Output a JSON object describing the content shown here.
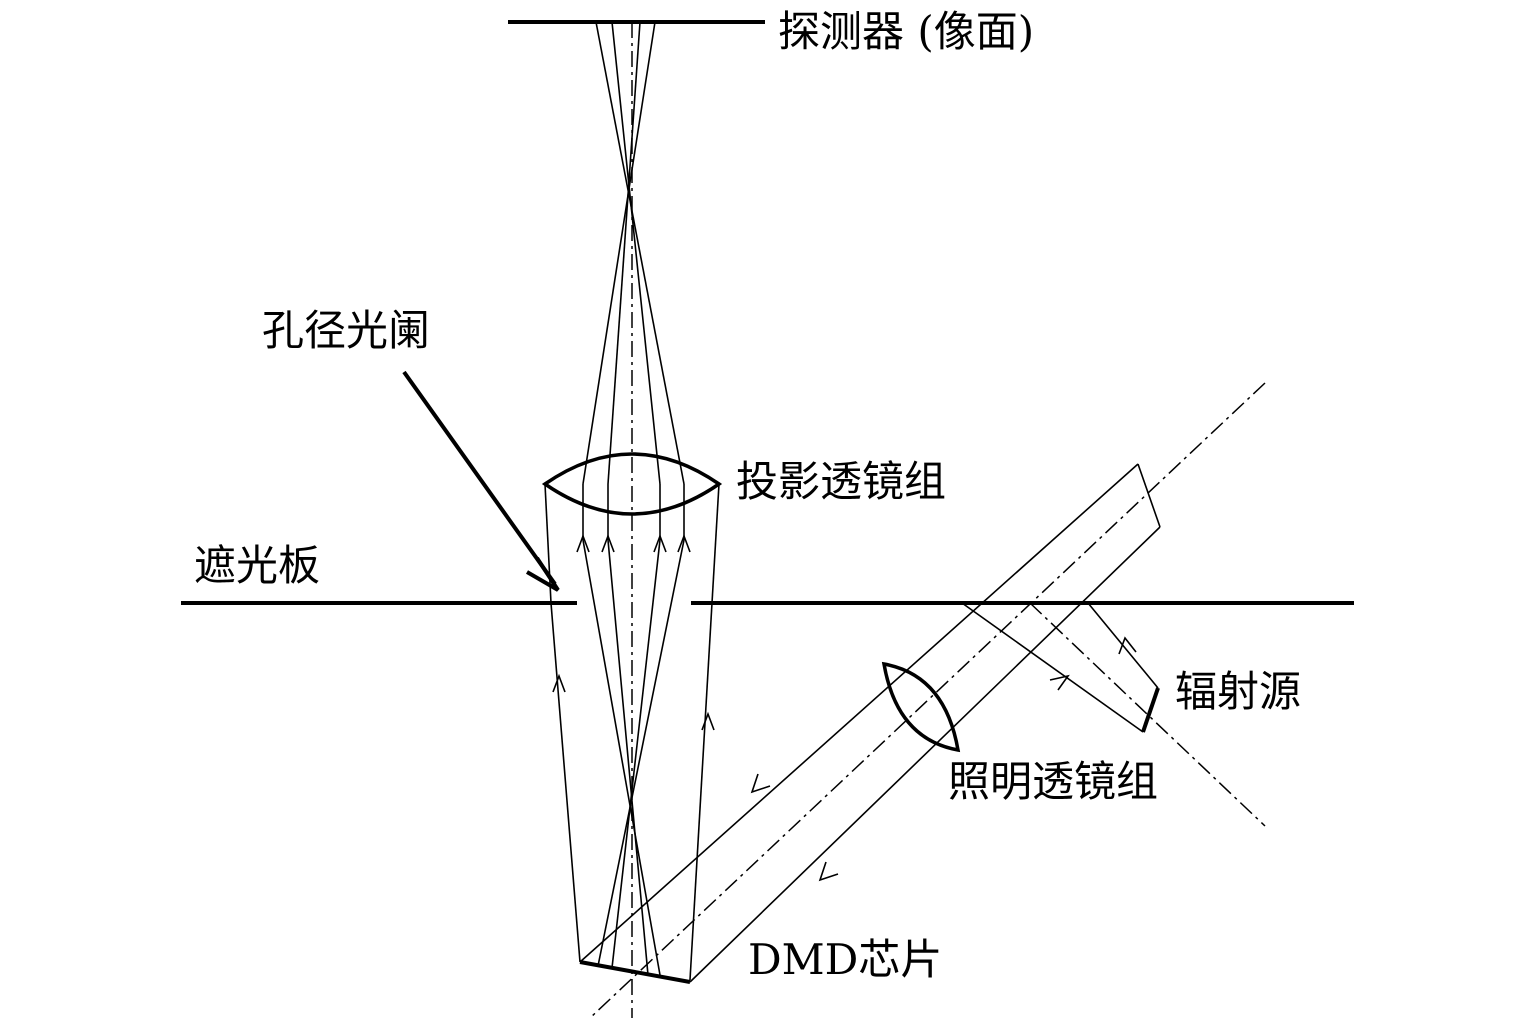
{
  "labels": {
    "detector": "探测器 (像面)",
    "aperture_stop": "孔径光阑",
    "projection_lens": "投影透镜组",
    "shield_plate": "遮光板",
    "radiation_source": "辐射源",
    "illumination_lens": "照明透镜组",
    "dmd_chip": "DMD芯片"
  }
}
